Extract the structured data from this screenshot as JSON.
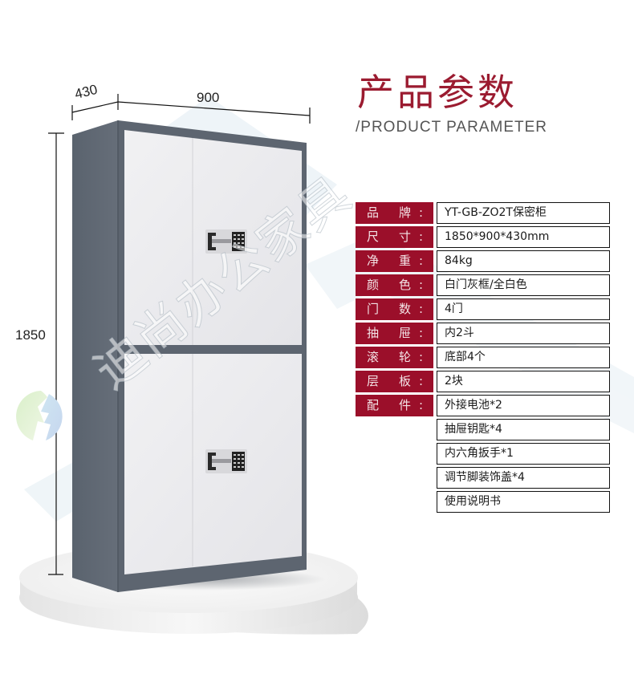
{
  "header": {
    "title_cn": "产品参数",
    "title_en": "/PRODUCT PARAMETER"
  },
  "dimensions": {
    "depth": "430",
    "width": "900",
    "height": "1850"
  },
  "watermark": {
    "text": "迪尚办公家具"
  },
  "specs": [
    {
      "k1": "品",
      "k2": "牌",
      "colon": ":",
      "value": "YT-GB-ZO2T保密柜"
    },
    {
      "k1": "尺",
      "k2": "寸",
      "colon": ":",
      "value": "1850*900*430mm"
    },
    {
      "k1": "净",
      "k2": "重",
      "colon": ":",
      "value": "84kg"
    },
    {
      "k1": "颜",
      "k2": "色",
      "colon": ":",
      "value": "白门灰框/全白色"
    },
    {
      "k1": "门",
      "k2": "数",
      "colon": ":",
      "value": "4门"
    },
    {
      "k1": "抽",
      "k2": "屉",
      "colon": ":",
      "value": "内2斗"
    },
    {
      "k1": "滚",
      "k2": "轮",
      "colon": ":",
      "value": "底部4个"
    },
    {
      "k1": "层",
      "k2": "板",
      "colon": ":",
      "value": "2块"
    },
    {
      "k1": "配",
      "k2": "件",
      "colon": ":",
      "value": "外接电池*2"
    }
  ],
  "accessories_extra": [
    "抽屉钥匙*4",
    "内六角扳手*1",
    "调节脚装饰盖*4",
    "使用说明书"
  ],
  "colors": {
    "accent_red": "#9b0f2a",
    "title_red": "#9b1b30",
    "cabinet_frame": "#5b6470",
    "door_white": "#ececef"
  }
}
